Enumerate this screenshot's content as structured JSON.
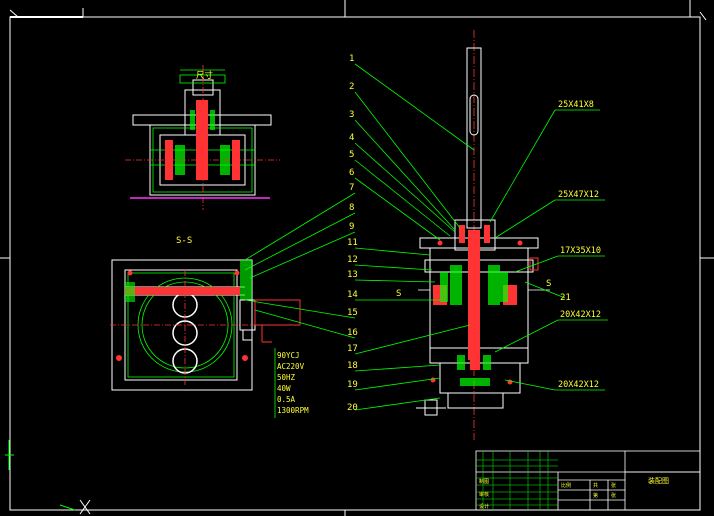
{
  "colors": {
    "background": "#000000",
    "border": "#ffffff",
    "part": "#ffffff",
    "leader": "#00ff00",
    "center_line": "#ff3333",
    "hatch": "#00ff00",
    "text": "#ffff33",
    "accent_magenta": "#ff33ff",
    "accent_blue": "#3366ff"
  },
  "drawing": {
    "section_label": "S-S",
    "section_marker": "S",
    "section_marker_right": "S",
    "top_dimension": "尺寸"
  },
  "part_numbers": [
    "1",
    "2",
    "3",
    "4",
    "5",
    "6",
    "7",
    "8",
    "9",
    "11",
    "12",
    "13",
    "14",
    "15",
    "16",
    "17",
    "18",
    "19",
    "20",
    "21"
  ],
  "fit_notes": [
    "25X41X8",
    "25X47X12",
    "17X35X10",
    "20X42X12",
    "20X42X12"
  ],
  "motor_spec": {
    "lines": [
      "90YCJ",
      "AC220V",
      "50HZ",
      "40W",
      "0.5A",
      "1300RPM"
    ]
  },
  "title_block": {
    "drawing_title": "装配图",
    "cells": [
      "比例",
      "共",
      "张",
      "第",
      "张",
      "制图",
      "审核",
      "设计"
    ]
  }
}
